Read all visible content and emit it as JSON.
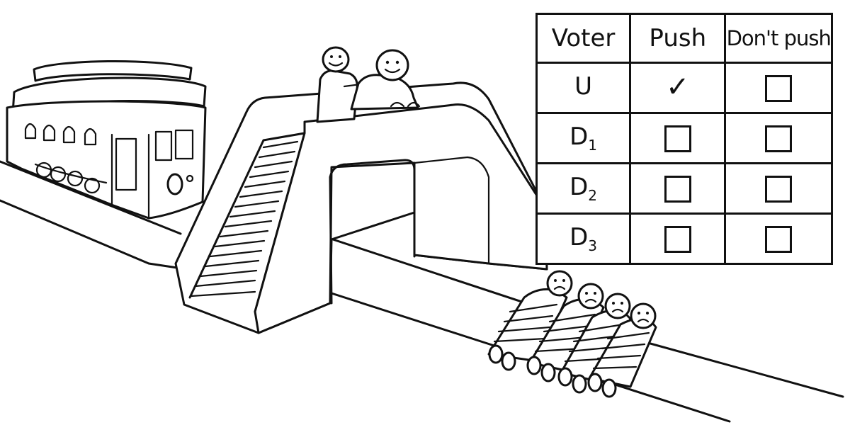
{
  "ballot": {
    "headers": {
      "voter": "Voter",
      "push": "Push",
      "dont_push": "Don't push"
    },
    "rows": [
      {
        "voter": "U",
        "subscript": "",
        "push": "checked",
        "dont_push": "empty"
      },
      {
        "voter": "D",
        "subscript": "1",
        "push": "empty",
        "dont_push": "empty"
      },
      {
        "voter": "D",
        "subscript": "2",
        "push": "empty",
        "dont_push": "empty"
      },
      {
        "voter": "D",
        "subscript": "3",
        "push": "empty",
        "dont_push": "empty"
      }
    ],
    "check_mark": "✓"
  },
  "scene": {
    "people_on_bridge": 2,
    "people_on_track": 4,
    "icons": [
      "trolley-icon",
      "footbridge-icon",
      "happy-face-icon",
      "sad-face-icon",
      "checkbox-icon",
      "check-mark-icon"
    ]
  }
}
